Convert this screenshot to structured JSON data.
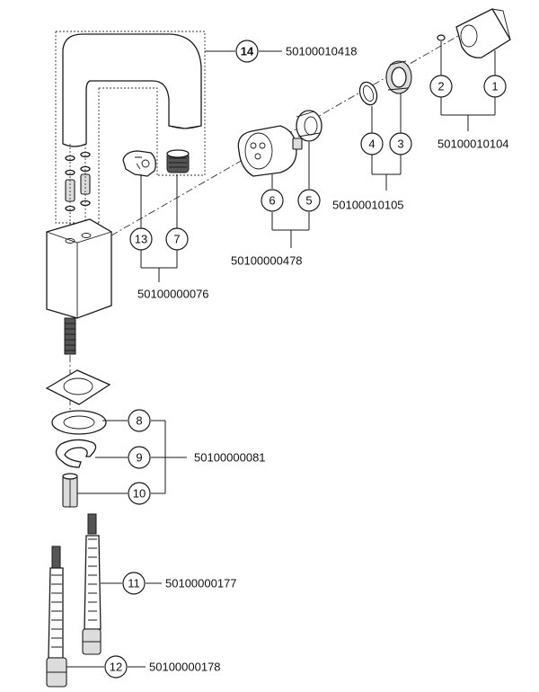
{
  "callouts": {
    "c1": "1",
    "c2": "2",
    "c3": "3",
    "c4": "4",
    "c5": "5",
    "c6": "6",
    "c7": "7",
    "c8": "8",
    "c9": "9",
    "c10": "10",
    "c11": "11",
    "c12": "12",
    "c13": "13",
    "c14": "14"
  },
  "part_numbers": {
    "p14": "50100010418",
    "p1_2": "50100010104",
    "p3_4": "50100010105",
    "p5_6": "50100000478",
    "p7_13": "50100000076",
    "p8_10": "50100000081",
    "p11": "50100000177",
    "p12": "50100000178"
  }
}
